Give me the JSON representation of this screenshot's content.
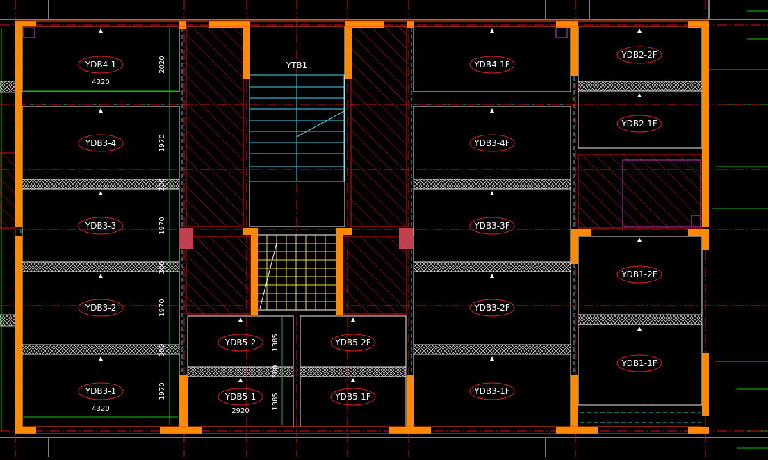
{
  "drawing": {
    "stair_label": "YTB1",
    "panels": [
      {
        "name": "panel-ydb4-1",
        "label": "YDB4-1"
      },
      {
        "name": "panel-ydb4-1f",
        "label": "YDB4-1F"
      },
      {
        "name": "panel-ydb2-2f",
        "label": "YDB2-2F"
      },
      {
        "name": "panel-ydb2-1f",
        "label": "YDB2-1F"
      },
      {
        "name": "panel-ydb3-4",
        "label": "YDB3-4"
      },
      {
        "name": "panel-ydb3-4f",
        "label": "YDB3-4F"
      },
      {
        "name": "panel-ydb3-3",
        "label": "YDB3-3"
      },
      {
        "name": "panel-ydb3-3f",
        "label": "YDB3-3F"
      },
      {
        "name": "panel-ydb1-2f",
        "label": "YDB1-2F"
      },
      {
        "name": "panel-ydb3-2",
        "label": "YDB3-2"
      },
      {
        "name": "panel-ydb3-2f",
        "label": "YDB3-2F"
      },
      {
        "name": "panel-ydb5-2",
        "label": "YDB5-2"
      },
      {
        "name": "panel-ydb5-2f",
        "label": "YDB5-2F"
      },
      {
        "name": "panel-ydb1-1f",
        "label": "YDB1-1F"
      },
      {
        "name": "panel-ydb3-1",
        "label": "YDB3-1"
      },
      {
        "name": "panel-ydb3-1f",
        "label": "YDB3-1F"
      },
      {
        "name": "panel-ydb5-1",
        "label": "YDB5-1"
      },
      {
        "name": "panel-ydb5-1f",
        "label": "YDB5-1F"
      }
    ],
    "dimensions": {
      "ydb4_1_width": "4320",
      "ydb3_1_width": "4320",
      "ydb5_1_width": "2920",
      "ydb4_1_height": "2020",
      "ydb3_4_height": "1970",
      "ydb3_3_height": "1970",
      "ydb3_2_height": "1970",
      "ydb3_1_height": "1970",
      "joint_1": "300",
      "joint_2": "300",
      "joint_3": "300",
      "ydb5_2_height": "1385",
      "ydb5_joint": "300",
      "ydb5_1_height": "1385"
    }
  }
}
